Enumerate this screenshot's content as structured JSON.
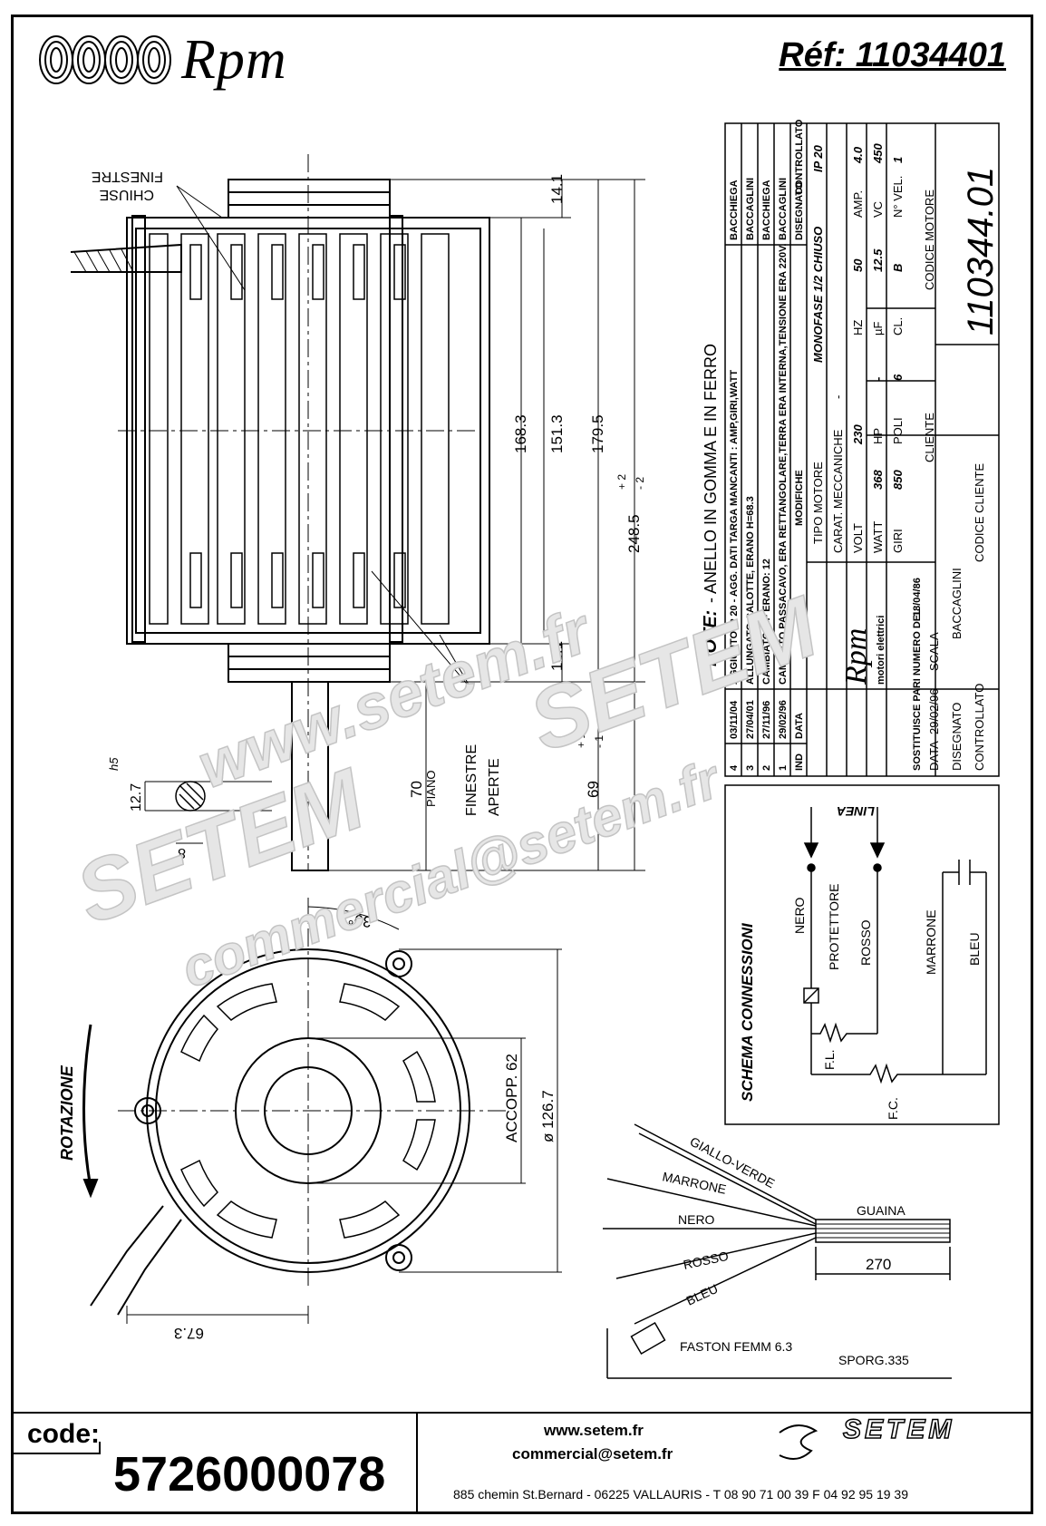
{
  "header": {
    "brand": "Rpm",
    "reference": "Réf:  11034401"
  },
  "notes": {
    "title": "NOTE:",
    "items": [
      "- ANELLO IN GOMMA E IN FERRO"
    ]
  },
  "side_view": {
    "labels": {
      "closed_windows": [
        "FINESTRE",
        "CHIUSE"
      ],
      "open_windows": [
        "FINESTRE",
        "APERTE"
      ],
      "flat": "PIANO"
    },
    "dims": [
      "14.1",
      "168.3",
      "151.3",
      "179.5",
      "248.5",
      "+ 2",
      "- 2",
      "14.1",
      "70",
      "69",
      "+ 1",
      "- 1",
      "12.7",
      "8",
      "h5"
    ]
  },
  "front_view": {
    "rotation": "ROTAZIONE",
    "dims": [
      "30°",
      "ACCOPP. 62",
      "ø 126.7",
      "67.3"
    ]
  },
  "title_block": {
    "revisions": [
      {
        "ind": "4",
        "date": "03/11/04",
        "text": "AGGIUNTO IP 20 - AGG. DATI TARGA MANCANTI : AMP,GIRI,WATT",
        "by": "BACCHIEGA"
      },
      {
        "ind": "3",
        "date": "27/04/01",
        "text": "ALLUNGATO CALOTTE, ERANO H=68.3",
        "by": "BACCAGLINI"
      },
      {
        "ind": "2",
        "date": "27/11/96",
        "text": "CAMBIATO MF ERANO: 12",
        "by": "BACCHIEGA"
      },
      {
        "ind": "1",
        "date": "29/02/96",
        "text": "CAMBIATO PASSACAVO, ERA RETTANGOLARE,TERRA ERA INTERNA,TENSIONE ERA 220V.",
        "by": "BACCAGLINI"
      }
    ],
    "headers": {
      "ind": "IND",
      "date": "DATA",
      "modifiche": "MODIFICHE",
      "disegnato": "DISEGNATO",
      "controllato": "CONTROLLATO"
    },
    "tipo_motore_label": "TIPO MOTORE",
    "tipo_motore": "MONOFASE 1/2 CHIUSO",
    "ip": "IP 20",
    "carat_meccaniche_label": "CARAT. MECCANICHE",
    "carat_meccaniche": "-",
    "specs": [
      {
        "k": "VOLT",
        "v": "230"
      },
      {
        "k": "HZ",
        "v": "50"
      },
      {
        "k": "AMP.",
        "v": "4.0"
      },
      {
        "k": "WATT",
        "v": "368"
      },
      {
        "k": "HP",
        "v": "-"
      },
      {
        "k": "µF",
        "v": "12.5"
      },
      {
        "k": "VC",
        "v": "450"
      },
      {
        "k": "GIRI",
        "v": "850"
      },
      {
        "k": "POLI",
        "v": "6"
      },
      {
        "k": "CL.",
        "v": "B"
      },
      {
        "k": "N° VEL.",
        "v": "1"
      }
    ],
    "cliente_label": "CLIENTE",
    "codice_motore_label": "CODICE MOTORE",
    "codice_motore": "110344.01",
    "codice_cliente_label": "CODICE CLIENTE",
    "company": "Rpm",
    "company_sub": "motori elettrici",
    "sostituisce": "SOSTITUISCE PARI NUMERO DEL",
    "sostituisce_date": "18/04/86",
    "scala_label": "SCALA",
    "data_label": "DATA",
    "data_value": "29/02/96",
    "disegnato_label": "DISEGNATO",
    "disegnato_value": "BACCAGLINI",
    "controllato_label": "CONTROLLATO"
  },
  "schema": {
    "title": "SCHEMA CONNESSIONI",
    "linea": "LINEA",
    "wires": [
      "NERO",
      "PROTETTORE",
      "ROSSO",
      "MARRONE",
      "BLEU"
    ],
    "fl": "F.L.",
    "fc": "F.C."
  },
  "cable": {
    "wires": [
      "GIALLO-VERDE",
      "MARRONE",
      "NERO",
      "ROSSO",
      "BLEU"
    ],
    "guaina": "GUAINA",
    "length": "270",
    "faston": "FASTON FEMM 6.3",
    "sporg": "SPORG.335"
  },
  "watermark": [
    "www.setem.fr",
    "SETEM",
    "SETEM",
    "commercial@setem.fr"
  ],
  "footer": {
    "code_label": "code:",
    "code_value": "5726000078",
    "website": "www.setem.fr",
    "email": "commercial@setem.fr",
    "address": "885 chemin St.Bernard  -  06225 VALLAURIS  -  T 08 90 71 00 39   F 04 92 95 19 39",
    "logo": "SETEM"
  }
}
